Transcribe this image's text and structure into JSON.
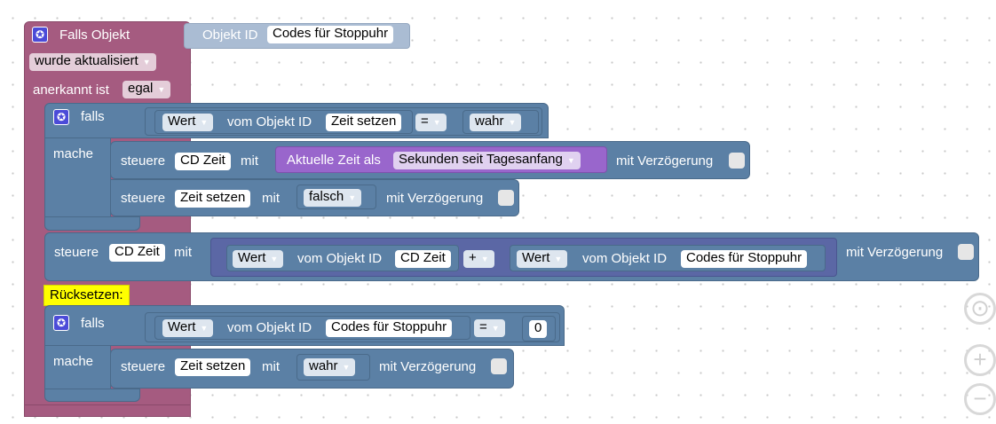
{
  "event_block": {
    "title": "Falls Objekt",
    "objid_label": "Objekt ID",
    "objid_value": "Codes für Stoppuhr",
    "trigger": "wurde aktualisiert",
    "ack_label": "anerkannt ist",
    "ack_value": "egal"
  },
  "if1": {
    "falls": "falls",
    "mache": "mache",
    "cond_wert": "Wert",
    "cond_vom": "vom Objekt ID",
    "cond_obj": "Zeit setzen",
    "op": "=",
    "value": "wahr"
  },
  "set1": {
    "steuere": "steuere",
    "target": "CD Zeit",
    "mit": "mit",
    "time_label": "Aktuelle Zeit als",
    "time_format": "Sekunden seit Tagesanfang",
    "delay": "mit Verzögerung"
  },
  "set2": {
    "steuere": "steuere",
    "target": "Zeit setzen",
    "mit": "mit",
    "value": "falsch",
    "delay": "mit Verzögerung"
  },
  "set3": {
    "steuere": "steuere",
    "target": "CD Zeit",
    "mit": "mit",
    "a_wert": "Wert",
    "a_vom": "vom Objekt ID",
    "a_obj": "CD Zeit",
    "op": "+",
    "b_wert": "Wert",
    "b_vom": "vom Objekt ID",
    "b_obj": "Codes für Stoppuhr",
    "delay": "mit Verzögerung"
  },
  "comment": "Rücksetzen:",
  "if2": {
    "falls": "falls",
    "mache": "mache",
    "cond_wert": "Wert",
    "cond_vom": "vom Objekt ID",
    "cond_obj": "Codes für Stoppuhr",
    "op": "=",
    "value": "0"
  },
  "set4": {
    "steuere": "steuere",
    "target": "Zeit setzen",
    "mit": "mit",
    "value": "wahr",
    "delay": "mit Verzögerung"
  },
  "controls": {
    "center_icon": "crosshair-icon",
    "zoom_in_icon": "zoom-in-icon",
    "zoom_out_icon": "zoom-out-icon"
  },
  "colors": {
    "event": "#a55b80",
    "logic": "#5b80a5",
    "purple": "#9966cc",
    "objid": "#aabcd3",
    "comment": "#ffff00"
  }
}
